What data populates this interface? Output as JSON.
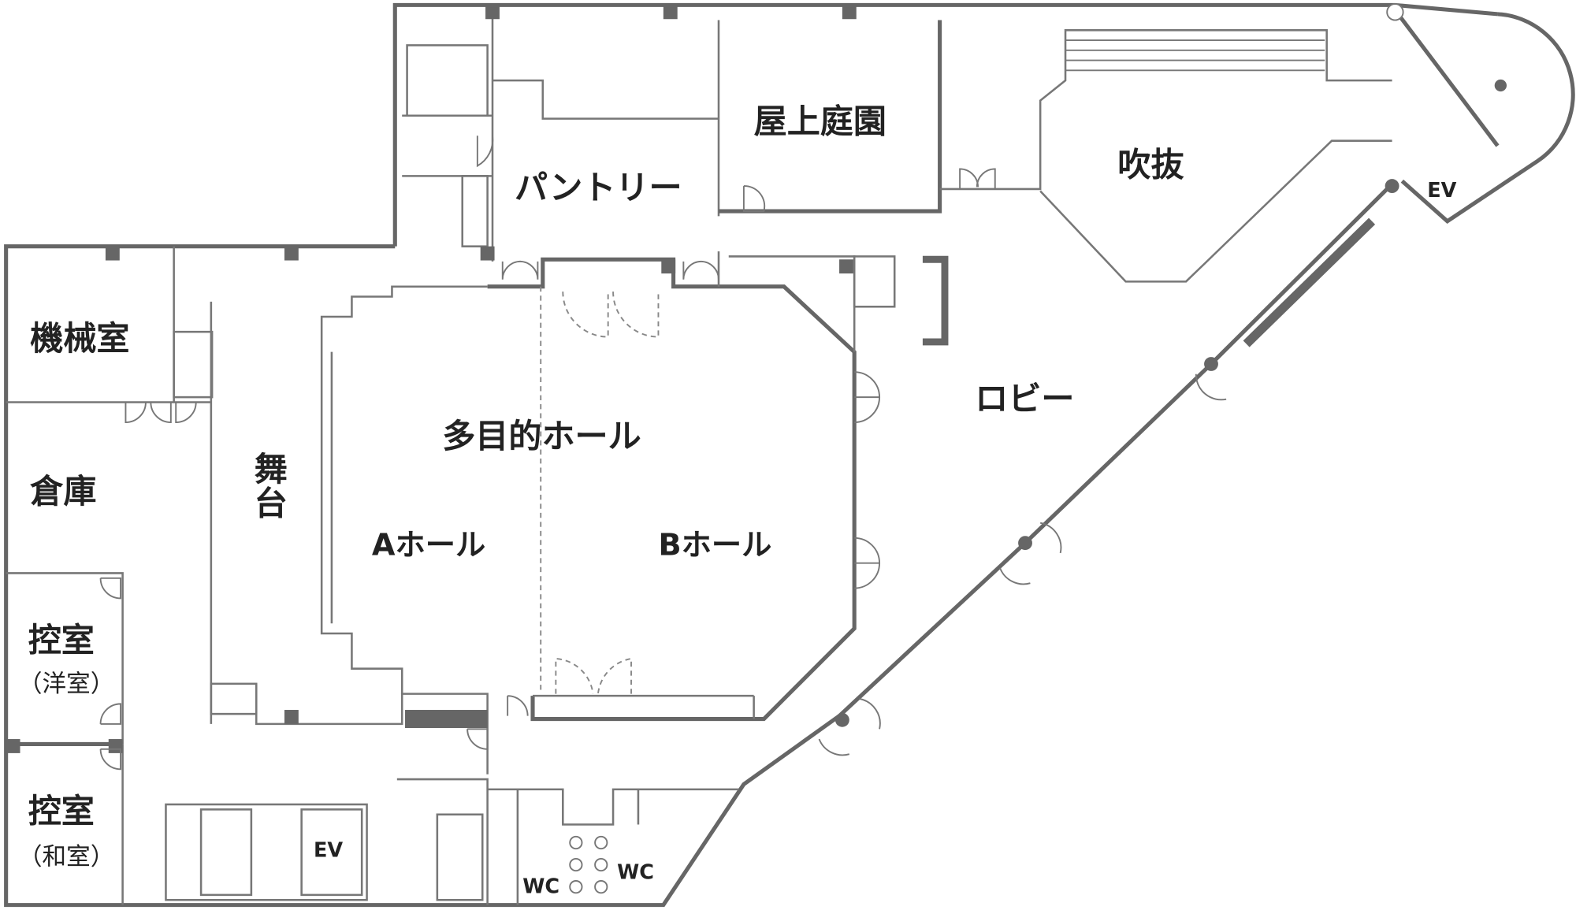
{
  "rooms": {
    "kikaishitsu": "機械室",
    "souko": "倉庫",
    "hikaeshitsu_you": "控室",
    "hikaeshitsu_you_sub": "（洋室）",
    "hikaeshitsu_wa": "控室",
    "hikaeshitsu_wa_sub": "（和室）",
    "butai_1": "舞",
    "butai_2": "台",
    "multi_hall": "多目的ホール",
    "a_hall": "Aホール",
    "b_hall": "Bホール",
    "pantry": "パントリー",
    "rooftop_garden": "屋上庭園",
    "atrium": "吹抜",
    "lobby": "ロビー",
    "ev_left": "EV",
    "ev_right": "EV",
    "wc_left": "WC",
    "wc_right": "WC"
  },
  "colors": {
    "wall": "#666666",
    "text": "#222222"
  }
}
